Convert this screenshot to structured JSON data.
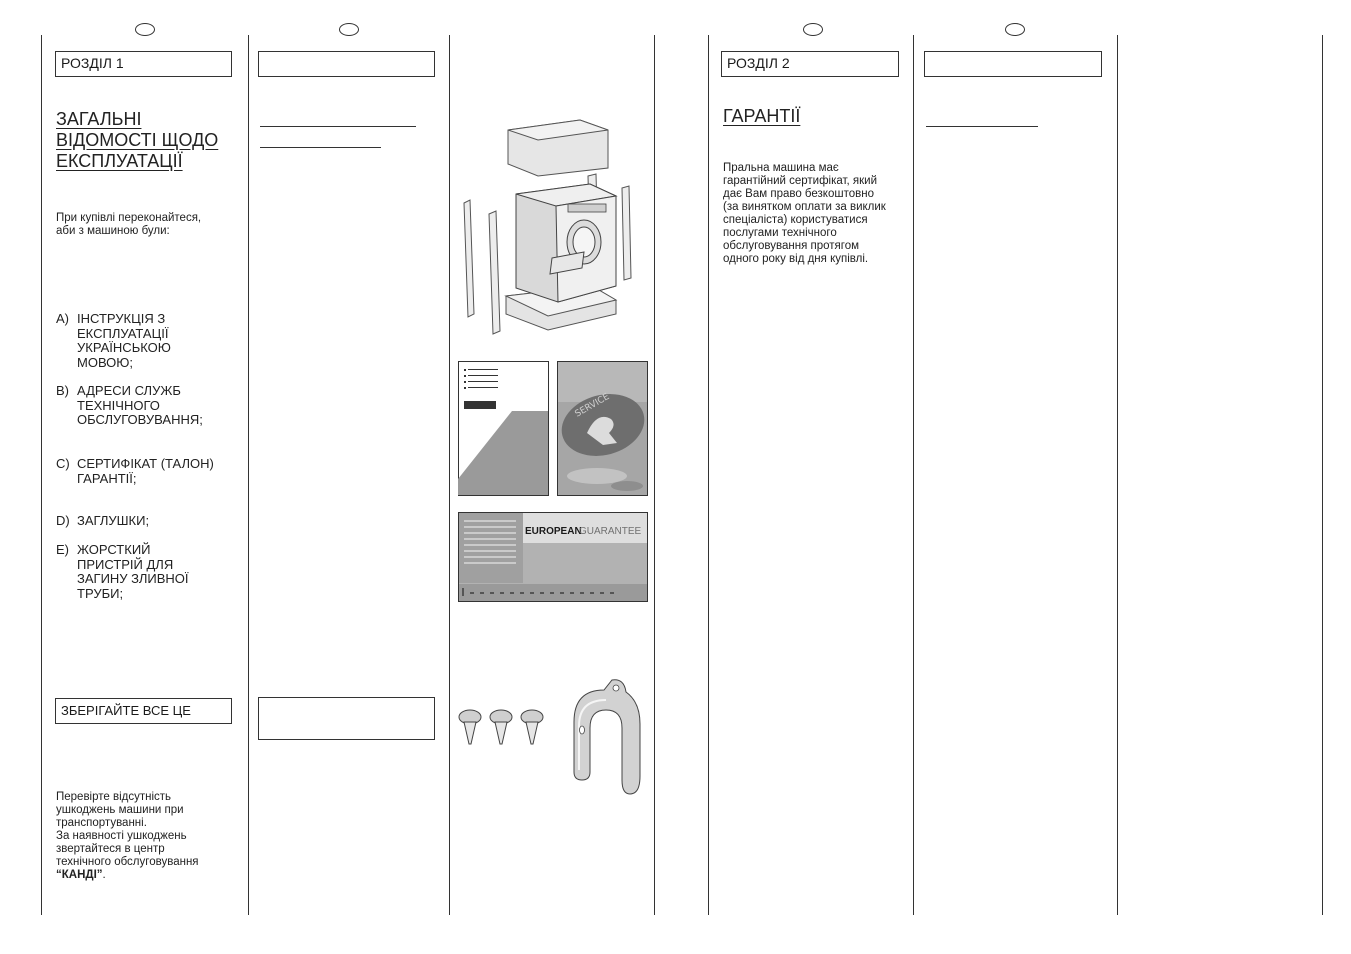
{
  "left_page": {
    "section_label": "РОЗДІЛ 1",
    "title": "ЗАГАЛЬНІ\nВІДОМОСТІ ЩОДО\nЕКСПЛУАТАЦІЇ",
    "intro": "При купівлі переконайтеся,\nаби з машиною були:",
    "items": [
      {
        "letter": "A)",
        "text": "ІНСТРУКЦІЯ З\nЕКСПЛУАТАЦІЇ\nУКРАЇНСЬКОЮ\nМОВОЮ;"
      },
      {
        "letter": "B)",
        "text": "АДРЕСИ СЛУЖБ\nТЕХНІЧНОГО\nОБСЛУГОВУВАННЯ;"
      },
      {
        "letter": "C)",
        "text": "СЕРТИФІКАТ (ТАЛОН)\nГАРАНТІЇ;"
      },
      {
        "letter": "D)",
        "text": "ЗАГЛУШКИ;"
      },
      {
        "letter": "E)",
        "text": "ЖОРСТКИЙ\nПРИСТРІЙ ДЛЯ\nЗАГИНУ ЗЛИВНОЇ\nТРУБИ;"
      }
    ],
    "keep_label": "ЗБЕРІГАЙТЕ ВСЕ ЦЕ",
    "check_text": "Перевірте відсутність\nушкоджень машини при\nтранспортуванні.\nЗа наявності ушкоджень\nзвертайтеся в центр\nтехнічного обслуговування",
    "brand": "“КАНДІ”",
    "brand_tail": "."
  },
  "illustrations": {
    "guarantee_card_text_bold": "EUROPEAN",
    "guarantee_card_text_light": "GUARANTEE",
    "service_text": "SERVICE"
  },
  "right_page": {
    "section_label": "РОЗДІЛ 2",
    "title": "ГАРАНТІЇ",
    "body": "Пральна машина має\nгарантійний сертифікат, який\nдає Вам право безкоштовно\n(за винятком оплати за виклик\nспеціаліста) користуватися\nпослугами технічного\nобслуговування протягом\nодного року від дня купівлі."
  },
  "colors": {
    "rule": "#333333",
    "text": "#222222",
    "illustration_grey": "#9a9a9a"
  }
}
